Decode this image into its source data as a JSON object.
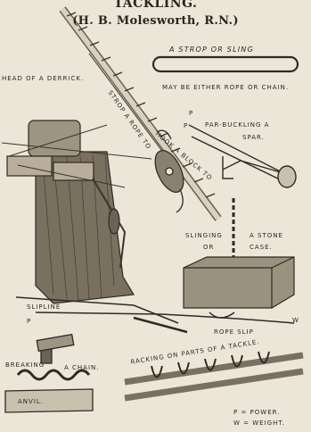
{
  "header": {
    "title": "TACKLING.",
    "subtitle": "(H. B. Molesworth, R.N.)"
  },
  "labels": {
    "strop_or_sling": "A Strop or Sling",
    "strop_or_sling_note": "may be either Rope or Chain.",
    "head_of_derrick": "Head of a Derrick.",
    "strop_rope_hook_block_1": "Strop a Rope to",
    "strop_rope_hook_block_2": "Hook a Block to",
    "par_buckling_1": "Par-buckling a",
    "par_buckling_2": "Spar.",
    "par_p_1": "P",
    "par_p_2": "P",
    "slinging_1": "Slinging",
    "slinging_2": "a Stone",
    "slinging_3": "or",
    "slinging_4": "Case.",
    "slipline": "Slipline",
    "slip_p": "P",
    "slip_w": "W",
    "rope_slip": "Rope slip",
    "breaking_1": "Breaking",
    "breaking_2": "a Chain.",
    "anvil": "Anvil.",
    "racking": "Racking on parts of a Tackle.",
    "legend_p": "P = Power.",
    "legend_w": "W = Weight."
  }
}
